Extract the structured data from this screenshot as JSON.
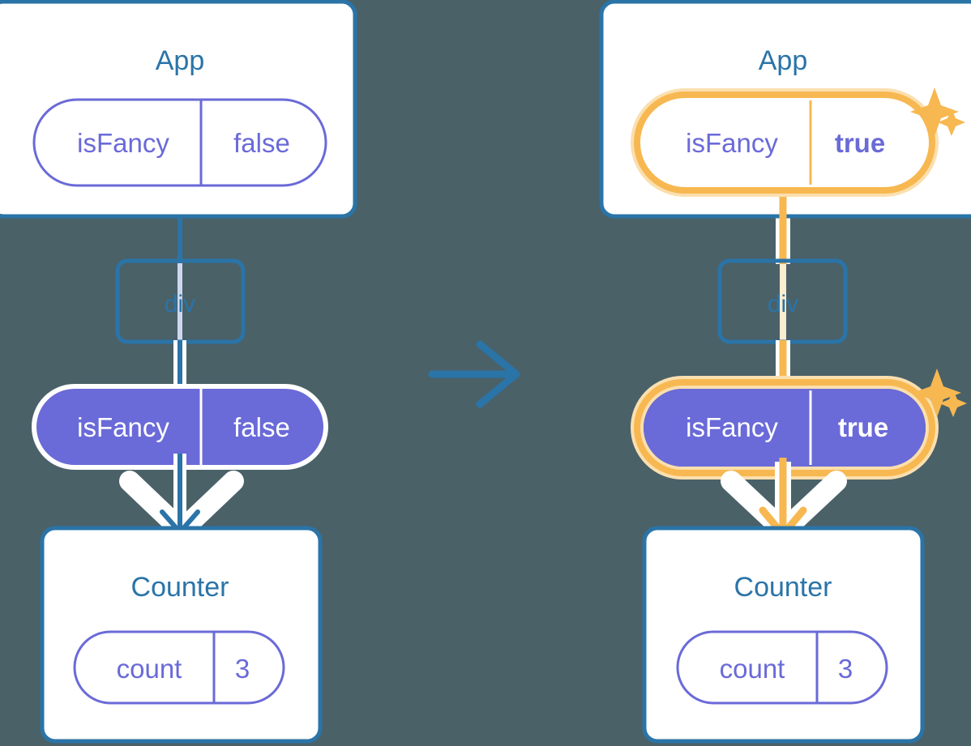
{
  "meta": {
    "background_color": "#4a6168",
    "box_border_color": "#2a74a8",
    "box_fill_color": "#ffffff",
    "pill_purple": "#6a6ad8",
    "pill_outline_purple": "#6a6ad8",
    "highlight_orange": "#f7b851",
    "highlight_glow": "#fbdfae",
    "arrow_blue": "#2a74a8",
    "white": "#ffffff"
  },
  "transition_arrow": {
    "name": "transition-arrow",
    "direction": "right",
    "color": "#2a74a8"
  },
  "panels": [
    {
      "id": "before",
      "app": {
        "title": "App",
        "state_pill": {
          "key": "isFancy",
          "value": "false",
          "style": "outline",
          "highlighted": false,
          "bold_value": false
        }
      },
      "div": {
        "label": "div"
      },
      "props_pill": {
        "key": "isFancy",
        "value": "false",
        "style": "solid",
        "highlighted": false,
        "bold_value": false
      },
      "counter": {
        "title": "Counter",
        "state_pill": {
          "key": "count",
          "value": "3",
          "style": "outline",
          "highlighted": false,
          "bold_value": false
        }
      },
      "sparkles": false,
      "flow_color": "#2a74a8"
    },
    {
      "id": "after",
      "app": {
        "title": "App",
        "state_pill": {
          "key": "isFancy",
          "value": "true",
          "style": "outline",
          "highlighted": true,
          "bold_value": true
        }
      },
      "div": {
        "label": "div"
      },
      "props_pill": {
        "key": "isFancy",
        "value": "true",
        "style": "solid",
        "highlighted": true,
        "bold_value": true
      },
      "counter": {
        "title": "Counter",
        "state_pill": {
          "key": "count",
          "value": "3",
          "style": "outline",
          "highlighted": false,
          "bold_value": false
        }
      },
      "sparkles": true,
      "flow_color": "#f7b851"
    }
  ]
}
